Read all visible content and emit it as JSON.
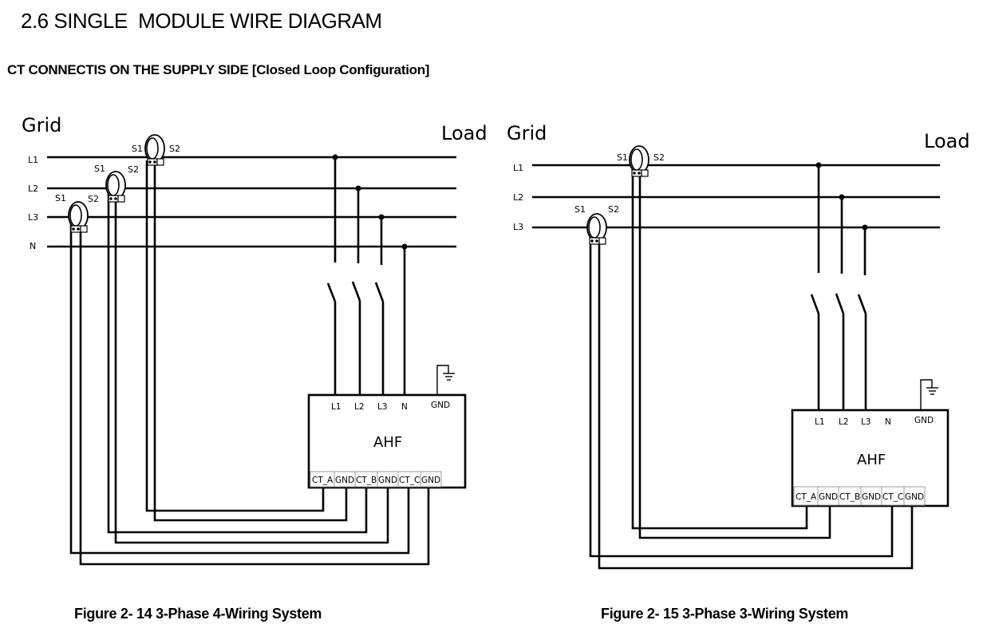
{
  "document": {
    "section_title": "2.6 SINGLE  MODULE WIRE DIAGRAM",
    "sub_title": "CT CONNECTIS ON THE SUPPLY SIDE [Closed Loop Configuration]"
  },
  "figures": [
    {
      "caption": "Figure 2- 14 3-Phase 4-Wiring System",
      "grid_label": "Grid",
      "load_label": "Load",
      "lines": [
        "L1",
        "L2",
        "L3",
        "N"
      ],
      "ct_labels": {
        "s1": "S1",
        "s2": "S2"
      },
      "ct_phases": [
        "L1",
        "L2",
        "L3"
      ],
      "ahf": {
        "name": "AHF",
        "top_terminals": [
          "L1",
          "L2",
          "L3",
          "N",
          "GND"
        ],
        "bottom_terminals": [
          "CT_A",
          "GND",
          "CT_B",
          "GND",
          "CT_C",
          "GND"
        ]
      },
      "icons": [
        "ground-icon",
        "switch-icon"
      ]
    },
    {
      "caption": "Figure 2- 15 3-Phase 3-Wiring System",
      "grid_label": "Grid",
      "load_label": "Load",
      "lines": [
        "L1",
        "L2",
        "L3"
      ],
      "ct_labels": {
        "s1": "S1",
        "s2": "S2"
      },
      "ct_phases": [
        "L1",
        "L3"
      ],
      "ahf": {
        "name": "AHF",
        "top_terminals": [
          "L1",
          "L2",
          "L3",
          "N",
          "GND"
        ],
        "bottom_terminals": [
          "CT_A",
          "GND",
          "CT_B",
          "GND",
          "CT_C",
          "GND"
        ]
      },
      "icons": [
        "ground-icon",
        "switch-icon"
      ]
    }
  ]
}
